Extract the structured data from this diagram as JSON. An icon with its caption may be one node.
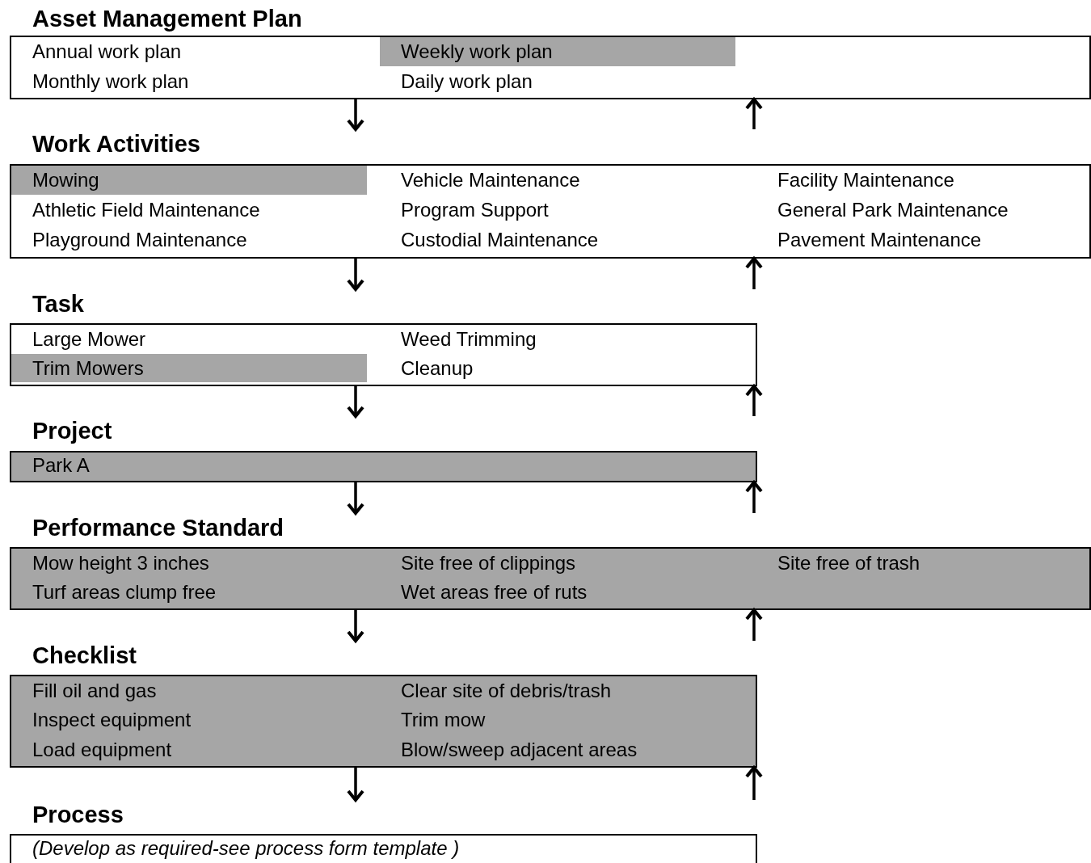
{
  "diagram": {
    "nodes": [
      {
        "text": [
          "Asset Management Plan"
        ]
      },
      {
        "text": [
          "Annual work plan"
        ],
        "in": 0
      },
      {
        "text": [
          "Weekly work plan"
        ],
        "in": 0
      },
      {
        "text": [
          "Monthly work plan"
        ],
        "in": 0
      },
      {
        "text": [
          "Daily work plan"
        ],
        "in": 0
      },
      {
        "text": [
          "Work Activities"
        ]
      },
      {
        "text": [
          "Mowing"
        ],
        "in": 5
      },
      {
        "text": [
          "Vehicle Maintenance"
        ],
        "in": 5
      },
      {
        "text": [
          "Facility Maintenance"
        ],
        "in": 5
      },
      {
        "text": [
          "Athletic Field Maintenance"
        ],
        "in": 5
      },
      {
        "text": [
          "Program Support"
        ],
        "in": 5
      },
      {
        "text": [
          "General Park Maintenance"
        ],
        "in": 5
      },
      {
        "text": [
          "Playground Maintenance"
        ],
        "in": 5
      },
      {
        "text": [
          "Custodial Maintenance"
        ],
        "in": 5
      },
      {
        "text": [
          "Pavement Maintenance"
        ],
        "in": 5
      },
      {
        "text": [
          "Task"
        ]
      },
      {
        "text": [
          "Large Mower"
        ],
        "in": 15
      },
      {
        "text": [
          "Weed Trimming"
        ],
        "in": 15
      },
      {
        "text": [
          "Trim Mowers"
        ],
        "in": 15
      },
      {
        "text": [
          "Cleanup"
        ],
        "in": 15
      },
      {
        "text": [
          "Project"
        ]
      },
      {
        "text": [
          "Park A"
        ],
        "in": 20
      },
      {
        "text": [
          "Performance Standard"
        ]
      },
      {
        "text": [
          "Mow height 3 inches"
        ],
        "in": 22
      },
      {
        "text": [
          "Site free of clippings"
        ],
        "in": 22
      },
      {
        "text": [
          "Site free of trash"
        ],
        "in": 22
      },
      {
        "text": [
          "Turf areas clump free"
        ],
        "in": 22
      },
      {
        "text": [
          "Wet areas free of ruts"
        ],
        "in": 22
      },
      {
        "text": [
          "Checklist"
        ]
      },
      {
        "text": [
          "Fill oil and gas"
        ],
        "in": 28
      },
      {
        "text": [
          "Clear site of debris/trash"
        ],
        "in": 28
      },
      {
        "text": [
          "Inspect equipment"
        ],
        "in": 28
      },
      {
        "text": [
          "Trim mow"
        ],
        "in": 28
      },
      {
        "text": [
          "Load equipment"
        ],
        "in": 28
      },
      {
        "text": [
          "Blow/sweep adjacent areas"
        ],
        "in": 28
      },
      {
        "text": [
          "Process"
        ]
      },
      {
        "text": [
          "(Develop as required-see process form template )"
        ],
        "in": 35
      }
    ],
    "edges": [
      {
        "from": 0,
        "to": 5,
        "arrow": "to"
      },
      {
        "from": 5,
        "to": 0,
        "arrow": "to"
      },
      {
        "from": 5,
        "to": 15,
        "arrow": "to"
      },
      {
        "from": 15,
        "to": 5,
        "arrow": "to"
      },
      {
        "from": 15,
        "to": 20,
        "arrow": "to"
      },
      {
        "from": 20,
        "to": 15,
        "arrow": "to"
      },
      {
        "from": 20,
        "to": 22,
        "arrow": "to"
      },
      {
        "from": 22,
        "to": 20,
        "arrow": "to"
      },
      {
        "from": 22,
        "to": 28,
        "arrow": "to"
      },
      {
        "from": 28,
        "to": 22,
        "arrow": "to"
      },
      {
        "from": 28,
        "to": 35,
        "arrow": "to"
      },
      {
        "from": 35,
        "to": 28,
        "arrow": "to"
      }
    ]
  }
}
